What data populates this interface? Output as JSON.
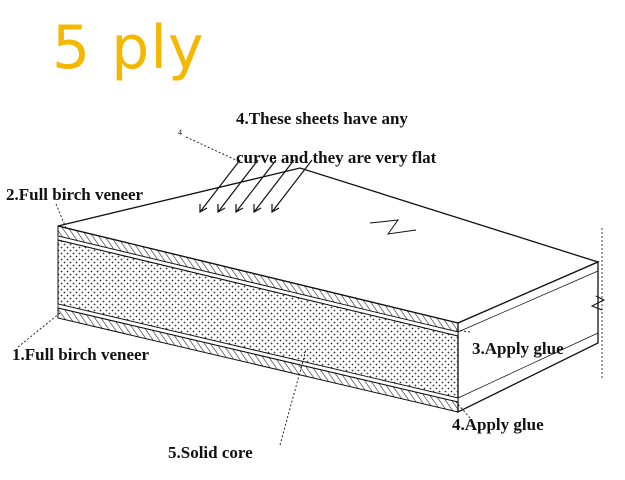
{
  "title": "5 ply",
  "colors": {
    "title": "#f5b800",
    "line": "#111111"
  },
  "labels": {
    "flat_line1": "4.These sheets have any",
    "flat_line2": "curve and  they are very flat",
    "top_veneer": "2.Full birch veneer",
    "bottom_veneer": "1.Full birch veneer",
    "glue_upper": "3.Apply glue",
    "glue_lower": "4.Apply glue",
    "core": "5.Solid core",
    "small_mark": "4"
  }
}
